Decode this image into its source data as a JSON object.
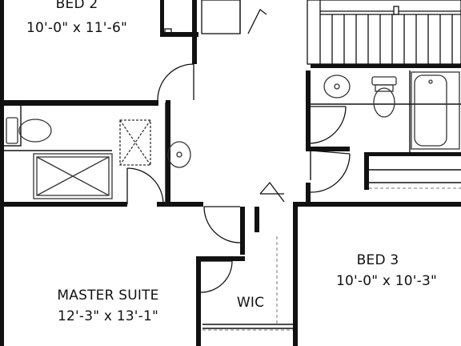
{
  "rooms": {
    "bed2": {
      "name": "BED 2",
      "dims": "10'-0\" x 11'-6\""
    },
    "bed3": {
      "name": "BED 3",
      "dims": "10'-0\" x 10'-3\""
    },
    "master": {
      "name": "MASTER SUITE",
      "dims": "12'-3\" x 13'-1\""
    },
    "wic": {
      "name": "WIC"
    }
  },
  "colors": {
    "wall": "#111111",
    "fixture": "#333333",
    "background": "#ffffff"
  },
  "icons": [
    "toilet-icon",
    "sink-icon",
    "bathtub-icon",
    "shower-icon",
    "door-swing-icon",
    "stairs-icon"
  ]
}
